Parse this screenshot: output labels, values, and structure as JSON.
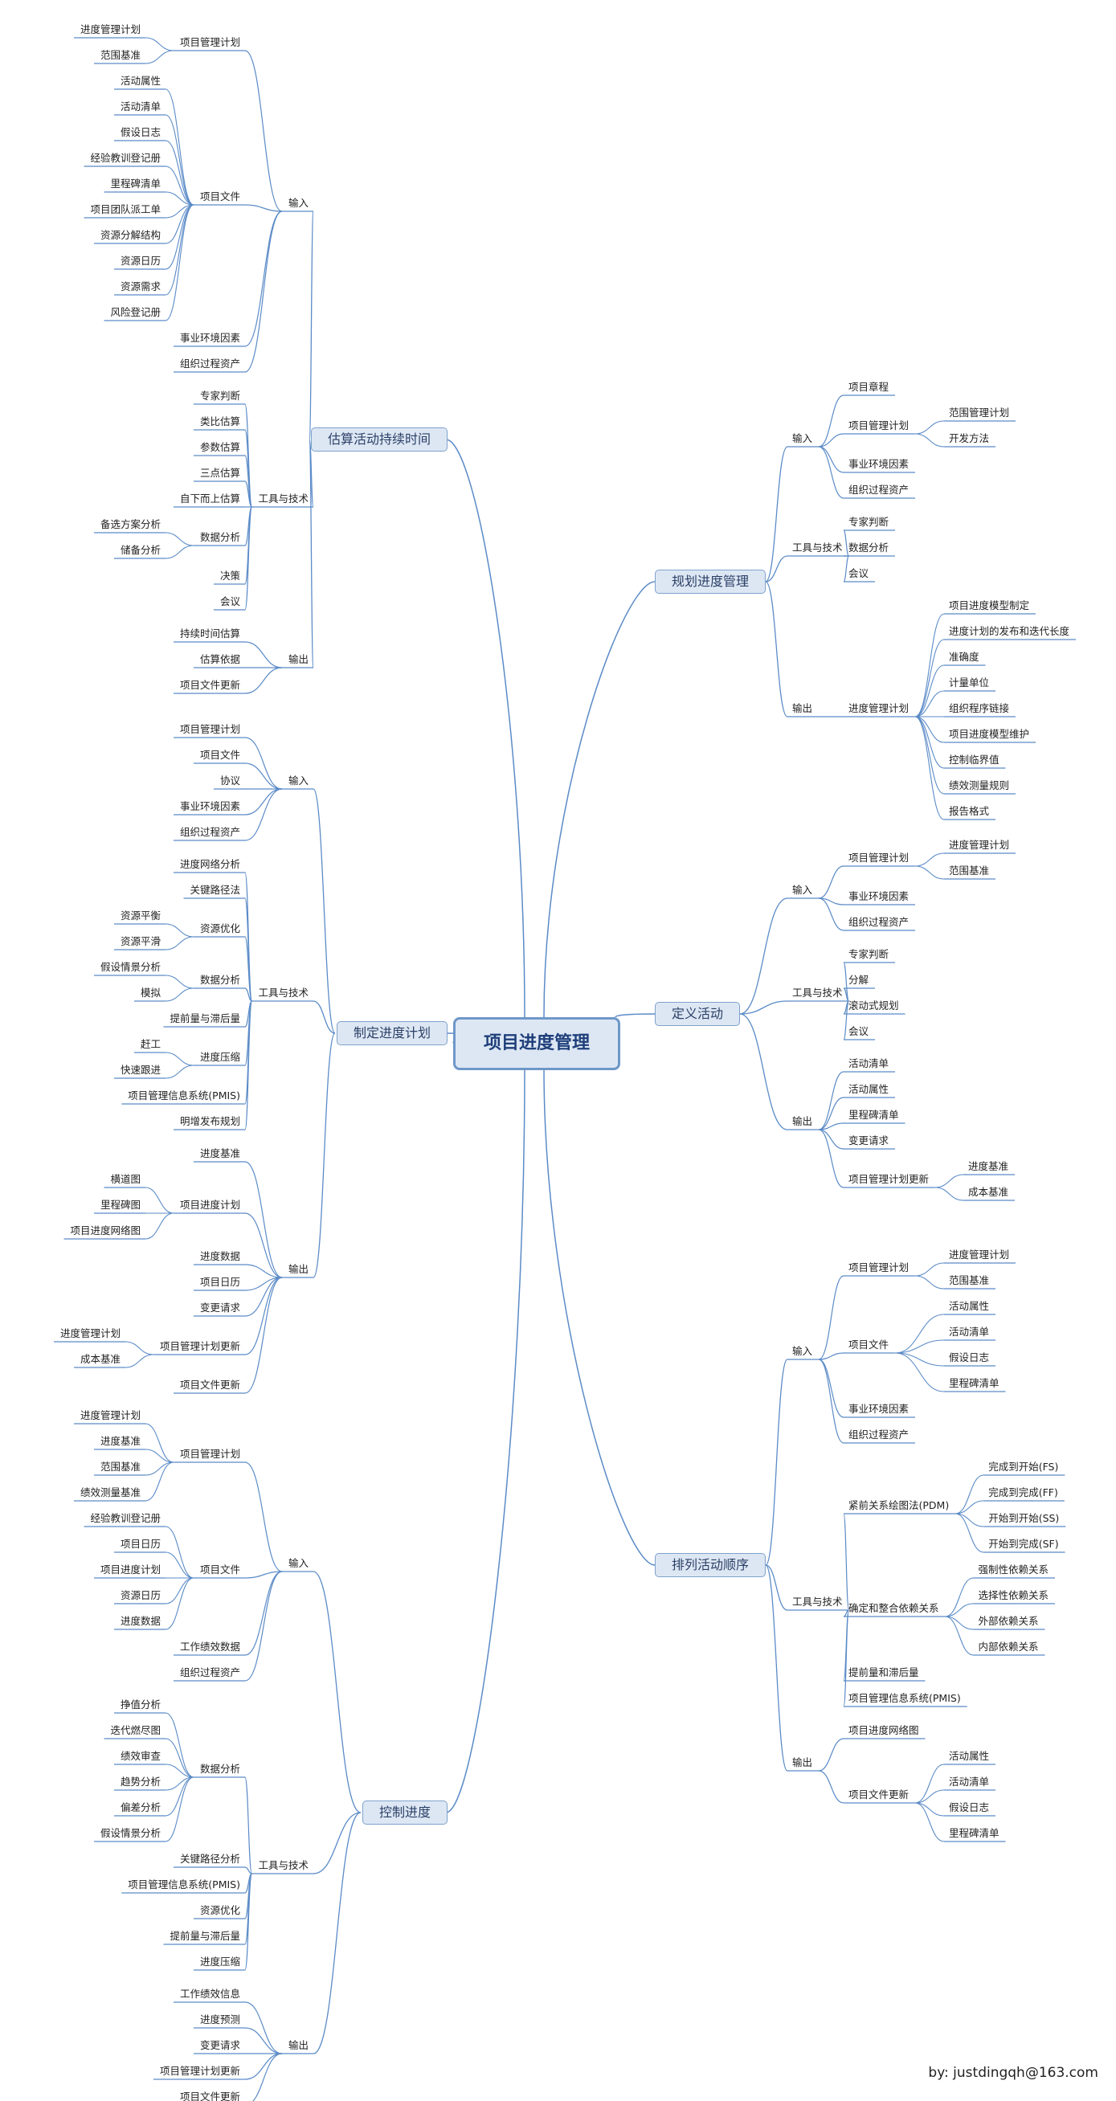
{
  "root": "项目进度管理",
  "credit": "by:  justdingqh@163.com",
  "colors": {
    "line": "#5b8bc7",
    "box_fill": "#dde7f4",
    "box_border": "#7ea2cc"
  },
  "left": [
    {
      "label": "估算活动持续时间",
      "groups": [
        {
          "label": "输入",
          "items": [
            {
              "label": "项目管理计划",
              "children": [
                "进度管理计划",
                "范围基准"
              ]
            },
            {
              "label": "项目文件",
              "children": [
                "活动属性",
                "活动清单",
                "假设日志",
                "经验教训登记册",
                "里程碑清单",
                "项目团队派工单",
                "资源分解结构",
                "资源日历",
                "资源需求",
                "风险登记册"
              ]
            },
            {
              "label": "事业环境因素"
            },
            {
              "label": "组织过程资产"
            }
          ]
        },
        {
          "label": "工具与技术",
          "items": [
            {
              "label": "专家判断"
            },
            {
              "label": "类比估算"
            },
            {
              "label": "参数估算"
            },
            {
              "label": "三点估算"
            },
            {
              "label": "自下而上估算"
            },
            {
              "label": "数据分析",
              "children": [
                "备选方案分析",
                "储备分析"
              ]
            },
            {
              "label": "决策"
            },
            {
              "label": "会议"
            }
          ]
        },
        {
          "label": "输出",
          "items": [
            {
              "label": "持续时间估算"
            },
            {
              "label": "估算依据"
            },
            {
              "label": "项目文件更新"
            }
          ]
        }
      ]
    },
    {
      "label": "制定进度计划",
      "groups": [
        {
          "label": "输入",
          "items": [
            {
              "label": "项目管理计划"
            },
            {
              "label": "项目文件"
            },
            {
              "label": "协议"
            },
            {
              "label": "事业环境因素"
            },
            {
              "label": "组织过程资产"
            }
          ]
        },
        {
          "label": "工具与技术",
          "items": [
            {
              "label": "进度网络分析"
            },
            {
              "label": "关键路径法"
            },
            {
              "label": "资源优化",
              "children": [
                "资源平衡",
                "资源平滑"
              ]
            },
            {
              "label": "数据分析",
              "children": [
                "假设情景分析",
                "模拟"
              ]
            },
            {
              "label": "提前量与滞后量"
            },
            {
              "label": "进度压缩",
              "children": [
                "赶工",
                "快速跟进"
              ]
            },
            {
              "label": "项目管理信息系统(PMIS)"
            },
            {
              "label": "明增发布规划"
            }
          ]
        },
        {
          "label": "输出",
          "items": [
            {
              "label": "进度基准"
            },
            {
              "label": "项目进度计划",
              "children": [
                "横道图",
                "里程碑图",
                "项目进度网络图"
              ]
            },
            {
              "label": "进度数据"
            },
            {
              "label": "项目日历"
            },
            {
              "label": "变更请求"
            },
            {
              "label": "项目管理计划更新",
              "children": [
                "进度管理计划",
                "成本基准"
              ]
            },
            {
              "label": "项目文件更新"
            }
          ]
        }
      ]
    },
    {
      "label": "控制进度",
      "groups": [
        {
          "label": "输入",
          "items": [
            {
              "label": "项目管理计划",
              "children": [
                "进度管理计划",
                "进度基准",
                "范围基准",
                "绩效测量基准"
              ]
            },
            {
              "label": "项目文件",
              "children": [
                "经验教训登记册",
                "项目日历",
                "项目进度计划",
                "资源日历",
                "进度数据"
              ]
            },
            {
              "label": "工作绩效数据"
            },
            {
              "label": "组织过程资产"
            }
          ]
        },
        {
          "label": "工具与技术",
          "items": [
            {
              "label": "数据分析",
              "children": [
                "挣值分析",
                "迭代燃尽图",
                "绩效审查",
                "趋势分析",
                "偏差分析",
                "假设情景分析"
              ]
            },
            {
              "label": "关键路径分析"
            },
            {
              "label": "项目管理信息系统(PMIS)"
            },
            {
              "label": "资源优化"
            },
            {
              "label": "提前量与滞后量"
            },
            {
              "label": "进度压缩"
            }
          ]
        },
        {
          "label": "输出",
          "items": [
            {
              "label": "工作绩效信息"
            },
            {
              "label": "进度预测"
            },
            {
              "label": "变更请求"
            },
            {
              "label": "项目管理计划更新"
            },
            {
              "label": "项目文件更新"
            }
          ]
        }
      ]
    }
  ],
  "right": [
    {
      "label": "规划进度管理",
      "groups": [
        {
          "label": "输入",
          "items": [
            {
              "label": "项目章程"
            },
            {
              "label": "项目管理计划",
              "children": [
                "范围管理计划",
                "开发方法"
              ]
            },
            {
              "label": "事业环境因素"
            },
            {
              "label": "组织过程资产"
            }
          ]
        },
        {
          "label": "工具与技术",
          "items": [
            {
              "label": "专家判断"
            },
            {
              "label": "数据分析"
            },
            {
              "label": "会议"
            }
          ]
        },
        {
          "label": "输出",
          "items": [
            {
              "label": "进度管理计划",
              "children": [
                "项目进度模型制定",
                "进度计划的发布和迭代长度",
                "准确度",
                "计量单位",
                "组织程序链接",
                "项目进度模型维护",
                "控制临界值",
                "绩效测量规则",
                "报告格式"
              ]
            }
          ]
        }
      ]
    },
    {
      "label": "定义活动",
      "groups": [
        {
          "label": "输入",
          "items": [
            {
              "label": "项目管理计划",
              "children": [
                "进度管理计划",
                "范围基准"
              ]
            },
            {
              "label": "事业环境因素"
            },
            {
              "label": "组织过程资产"
            }
          ]
        },
        {
          "label": "工具与技术",
          "items": [
            {
              "label": "专家判断"
            },
            {
              "label": "分解"
            },
            {
              "label": "滚动式规划"
            },
            {
              "label": "会议"
            }
          ]
        },
        {
          "label": "输出",
          "items": [
            {
              "label": "活动清单"
            },
            {
              "label": "活动属性"
            },
            {
              "label": "里程碑清单"
            },
            {
              "label": "变更请求"
            },
            {
              "label": "项目管理计划更新",
              "children": [
                "进度基准",
                "成本基准"
              ]
            }
          ]
        }
      ]
    },
    {
      "label": "排列活动顺序",
      "groups": [
        {
          "label": "输入",
          "items": [
            {
              "label": "项目管理计划",
              "children": [
                "进度管理计划",
                "范围基准"
              ]
            },
            {
              "label": "项目文件",
              "children": [
                "活动属性",
                "活动清单",
                "假设日志",
                "里程碑清单"
              ]
            },
            {
              "label": "事业环境因素"
            },
            {
              "label": "组织过程资产"
            }
          ]
        },
        {
          "label": "工具与技术",
          "items": [
            {
              "label": "紧前关系绘图法(PDM)",
              "children": [
                "完成到开始(FS)",
                "完成到完成(FF)",
                "开始到开始(SS)",
                "开始到完成(SF)"
              ]
            },
            {
              "label": "确定和整合依赖关系",
              "children": [
                "强制性依赖关系",
                "选择性依赖关系",
                "外部依赖关系",
                "内部依赖关系"
              ]
            },
            {
              "label": "提前量和滞后量"
            },
            {
              "label": "项目管理信息系统(PMIS)"
            }
          ]
        },
        {
          "label": "输出",
          "items": [
            {
              "label": "项目进度网络图"
            },
            {
              "label": "项目文件更新",
              "children": [
                "活动属性",
                "活动清单",
                "假设日志",
                "里程碑清单"
              ]
            }
          ]
        }
      ]
    }
  ]
}
